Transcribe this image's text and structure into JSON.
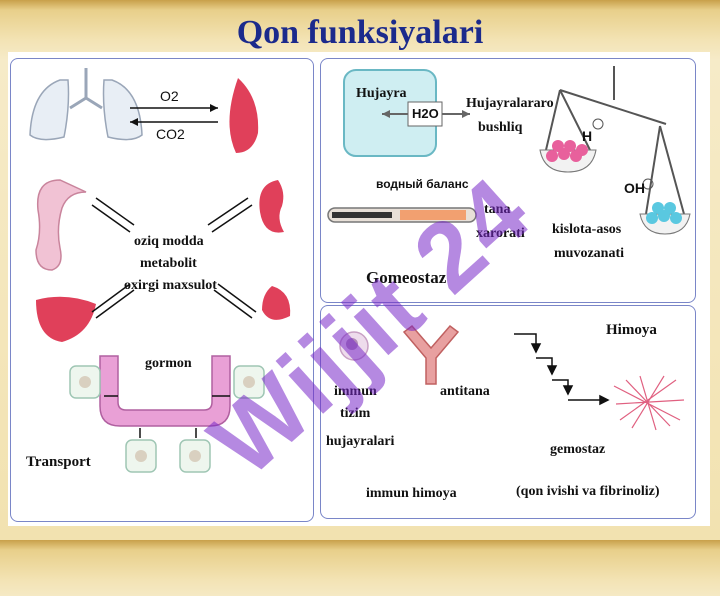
{
  "title": "Qon funksiyalari",
  "watermark": "Wijjit 24",
  "transport": {
    "o2": "O2",
    "co2": "CO2",
    "nutrients": "oziq modda",
    "metabolite": "metabolit",
    "end_product": "oxirgi maxsulot",
    "hormone": "gormon",
    "caption": "Transport"
  },
  "homeostasis": {
    "cell": "Hujayra",
    "water": "H2O",
    "intercellular_1": "Hujayralararo",
    "intercellular_2": "bushliq",
    "water_balance": "водный баланс",
    "body_temp_1": "tana",
    "body_temp_2": "xarorati",
    "acid_base_1": "kislota-asos",
    "acid_base_2": "muvozanati",
    "h_ion": "H",
    "oh_ion": "OH",
    "caption": "Gomeostaz"
  },
  "defense": {
    "caption": "Himoya",
    "immune_1": "immun",
    "immune_2": "tizim",
    "immune_3": "hujayralari",
    "antibody": "antitana",
    "hemostasis": "gemostaz",
    "immune_defense": "immun himoya",
    "coag": "(qon ivishi va fibrinoliz)"
  },
  "colors": {
    "title": "#1b2a8c",
    "organ_red": "#e0405a",
    "panel_border": "#7a86c8",
    "vessel_pink": "#e9a0d6"
  }
}
